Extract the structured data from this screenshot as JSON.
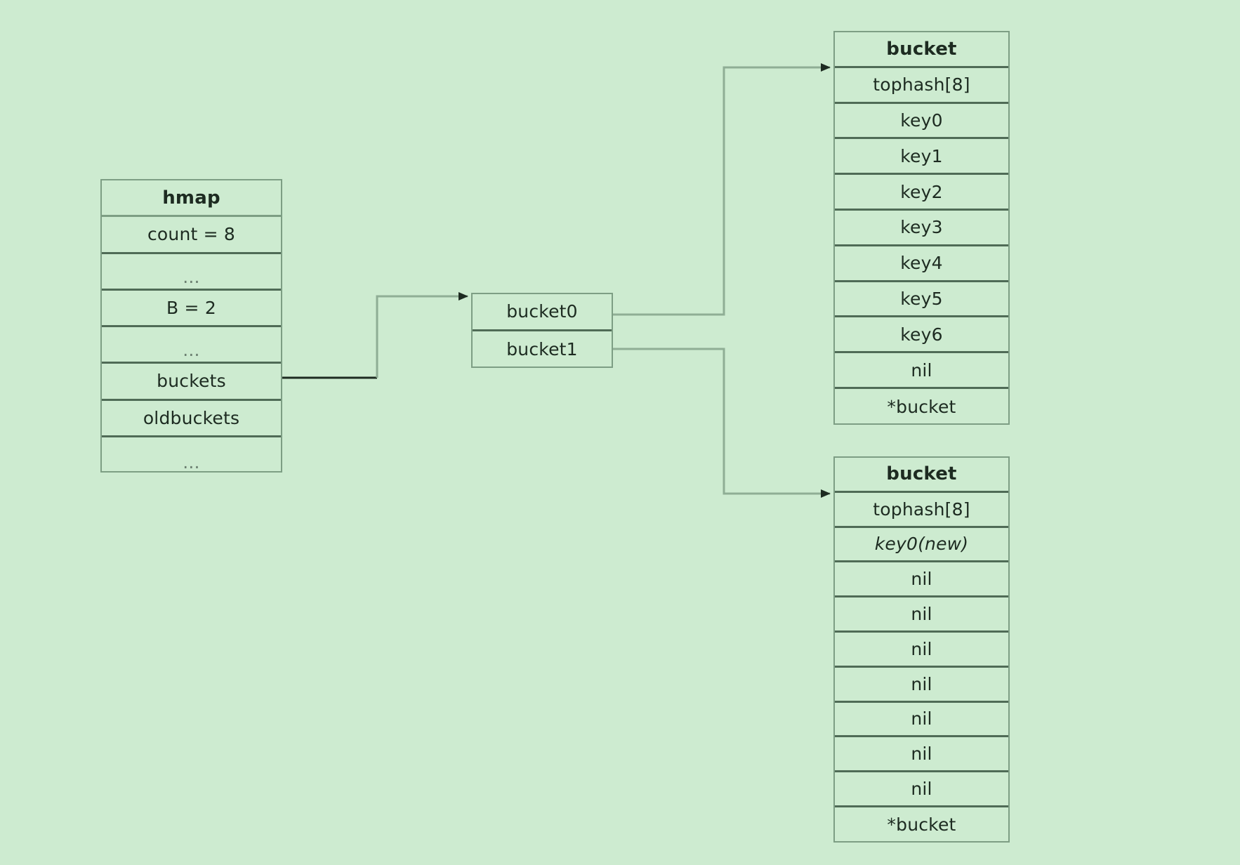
{
  "diagram": {
    "title": "Go map hmap / bucket structure",
    "colors": {
      "background": "#cdebd0",
      "border": "#7d9e84",
      "divider": "#4f6b56",
      "text": "#1d2b21",
      "wire": "#8fae95",
      "wire_dark": "#1d2b21"
    }
  },
  "hmap": {
    "name": "hmap",
    "rows": [
      {
        "label": "hmap",
        "style": "header"
      },
      {
        "label": "count = 8",
        "style": "normal"
      },
      {
        "label": "...",
        "style": "ellipsis"
      },
      {
        "label": "B = 2",
        "style": "normal"
      },
      {
        "label": "...",
        "style": "ellipsis"
      },
      {
        "label": "buckets",
        "style": "normal"
      },
      {
        "label": "oldbuckets",
        "style": "normal"
      },
      {
        "label": "...",
        "style": "ellipsis"
      }
    ]
  },
  "bucket_index": {
    "name": "bucket array",
    "rows": [
      {
        "label": "bucket0",
        "style": "normal"
      },
      {
        "label": "bucket1",
        "style": "normal"
      }
    ]
  },
  "bucket_new": {
    "name": "bucket",
    "rows": [
      {
        "label": "bucket",
        "style": "header"
      },
      {
        "label": "tophash[8]",
        "style": "normal"
      },
      {
        "label": "key0",
        "style": "normal"
      },
      {
        "label": "key1",
        "style": "normal"
      },
      {
        "label": "key2",
        "style": "normal"
      },
      {
        "label": "key3",
        "style": "normal"
      },
      {
        "label": "key4",
        "style": "normal"
      },
      {
        "label": "key5",
        "style": "normal"
      },
      {
        "label": "key6",
        "style": "normal"
      },
      {
        "label": "nil",
        "style": "normal"
      },
      {
        "label": "*bucket",
        "style": "normal"
      }
    ]
  },
  "bucket_old": {
    "name": "bucket",
    "rows": [
      {
        "label": "bucket",
        "style": "header"
      },
      {
        "label": "tophash[8]",
        "style": "normal"
      },
      {
        "label": "key0(new)",
        "style": "italic"
      },
      {
        "label": "nil",
        "style": "normal"
      },
      {
        "label": "nil",
        "style": "normal"
      },
      {
        "label": "nil",
        "style": "normal"
      },
      {
        "label": "nil",
        "style": "normal"
      },
      {
        "label": "nil",
        "style": "normal"
      },
      {
        "label": "nil",
        "style": "normal"
      },
      {
        "label": "nil",
        "style": "normal"
      },
      {
        "label": "*bucket",
        "style": "normal"
      }
    ]
  },
  "connections": [
    {
      "name": "buckets-to-bucket-array",
      "from": "hmap.buckets",
      "to": "bucket_index.bucket0"
    },
    {
      "name": "bucket0-to-bucket-new",
      "from": "bucket_index.bucket0",
      "to": "bucket_new"
    },
    {
      "name": "bucket1-to-bucket-old",
      "from": "bucket_index.bucket1",
      "to": "bucket_old"
    }
  ]
}
